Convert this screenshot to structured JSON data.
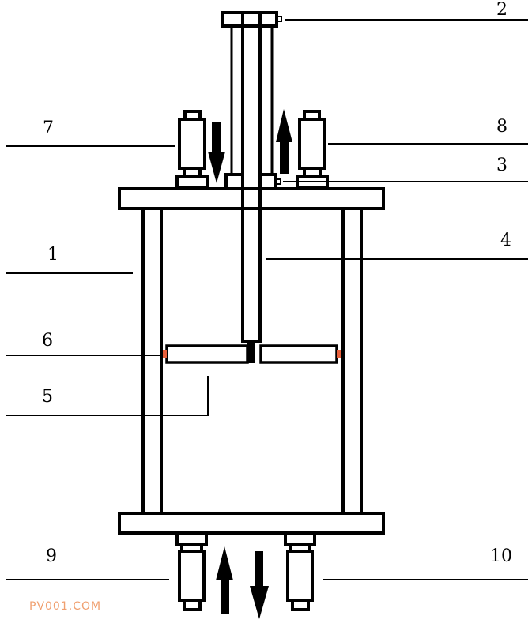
{
  "labels": {
    "l1": "1",
    "l2": "2",
    "l3": "3",
    "l4": "4",
    "l5": "5",
    "l6": "6",
    "l7": "7",
    "l8": "8",
    "l9": "9",
    "l10": "10"
  },
  "watermark": "PV001.COM",
  "colors": {
    "line": "#000000",
    "seal": "#e8603c",
    "watermark": "#f0a070"
  }
}
